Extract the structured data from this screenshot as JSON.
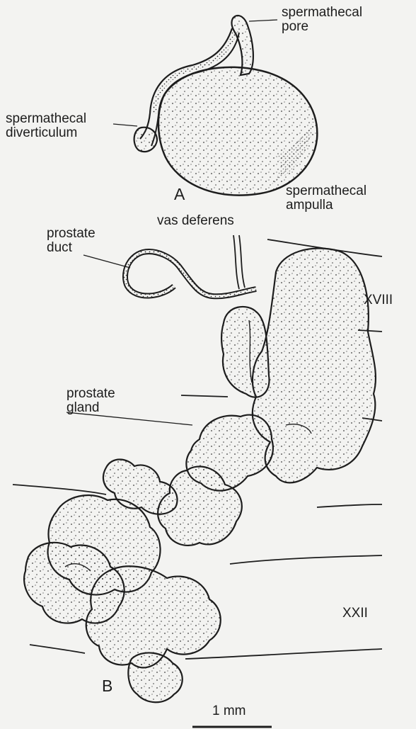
{
  "figure": {
    "panel_a": {
      "letter": "A",
      "spermathecal_pore": [
        "spermathecal",
        "pore"
      ],
      "spermathecal_diverticulum": [
        "spermathecal",
        "diverticulum"
      ],
      "spermathecal_ampulla": [
        "spermathecal",
        "ampulla"
      ]
    },
    "panel_b": {
      "letter": "B",
      "vas_deferens": "vas deferens",
      "prostate_duct": [
        "prostate",
        "duct"
      ],
      "prostate_gland": [
        "prostate",
        "gland"
      ],
      "segment_xviii": "XVIII",
      "segment_xxii": "XXII"
    },
    "scale_bar": {
      "label": "1 mm"
    }
  },
  "colors": {
    "ink": "#1d1d1d",
    "paper": "#f3f3f1",
    "stipple": "#3a3a3a"
  }
}
